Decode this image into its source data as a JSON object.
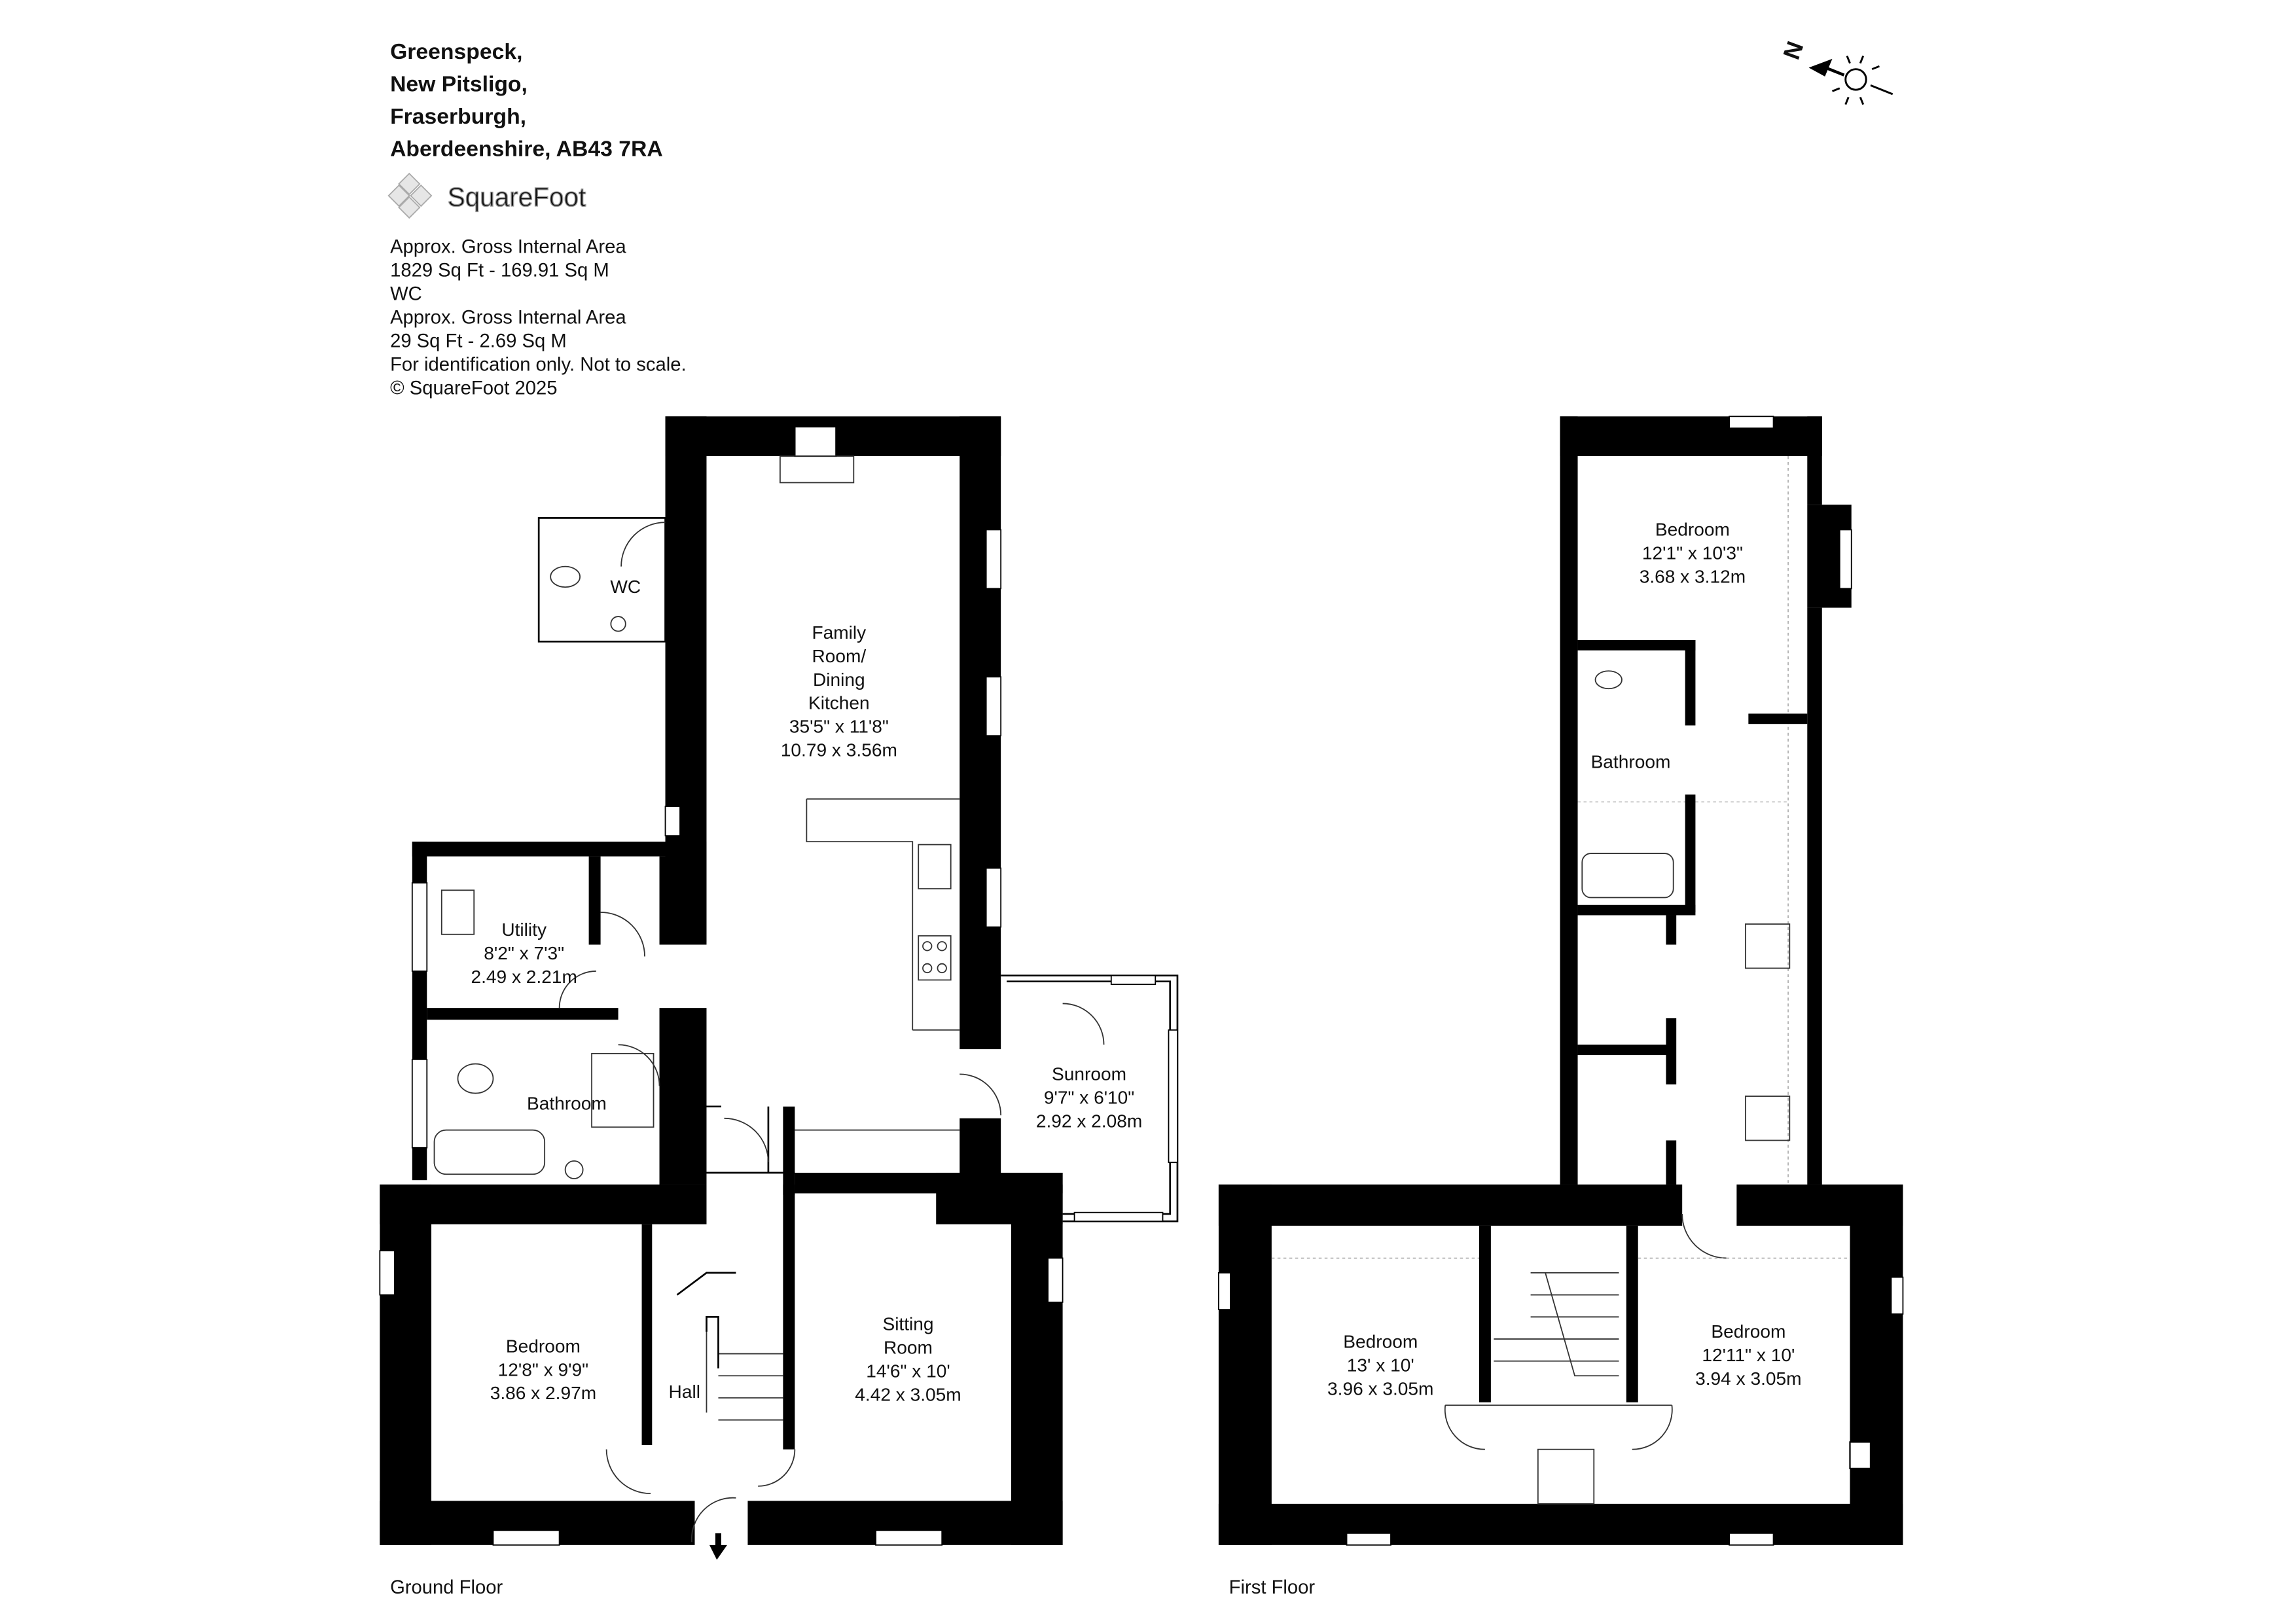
{
  "address": [
    "Greenspeck,",
    "New Pitsligo,",
    "Fraserburgh,",
    "Aberdeenshire, AB43 7RA"
  ],
  "logo_text": "SquareFoot",
  "info": [
    "Approx. Gross Internal Area",
    "1829 Sq Ft  -  169.91 Sq M",
    "WC",
    "Approx. Gross Internal Area",
    "29 Sq Ft  -  2.69 Sq M",
    "For identification only. Not to scale.",
    "© SquareFoot 2025"
  ],
  "compass": {
    "north_label": "N"
  },
  "ground_floor": {
    "label": "Ground Floor",
    "rooms": {
      "wc": {
        "name": "WC"
      },
      "kitchen": {
        "lines": [
          "Family",
          "Room/",
          "Dining",
          "Kitchen"
        ],
        "imperial": "35'5\" x 11'8\"",
        "metric": "10.79 x 3.56m"
      },
      "utility": {
        "name": "Utility",
        "imperial": "8'2\" x 7'3\"",
        "metric": "2.49 x 2.21m"
      },
      "bathroom": {
        "name": "Bathroom"
      },
      "sunroom": {
        "name": "Sunroom",
        "imperial": "9'7\" x 6'10\"",
        "metric": "2.92 x 2.08m"
      },
      "bedroom": {
        "name": "Bedroom",
        "imperial": "12'8\" x 9'9\"",
        "metric": "3.86 x 2.97m"
      },
      "hall": {
        "name": "Hall"
      },
      "sitting": {
        "lines": [
          "Sitting",
          "Room"
        ],
        "imperial": "14'6\" x 10'",
        "metric": "4.42 x 3.05m"
      }
    }
  },
  "first_floor": {
    "label": "First Floor",
    "rooms": {
      "bedroom_top": {
        "name": "Bedroom",
        "imperial": "12'1\" x 10'3\"",
        "metric": "3.68 x 3.12m"
      },
      "bathroom": {
        "name": "Bathroom"
      },
      "bedroom_left": {
        "name": "Bedroom",
        "imperial": "13' x 10'",
        "metric": "3.96 x 3.05m"
      },
      "bedroom_right": {
        "name": "Bedroom",
        "imperial": "12'11\" x 10'",
        "metric": "3.94 x 3.05m"
      }
    }
  }
}
